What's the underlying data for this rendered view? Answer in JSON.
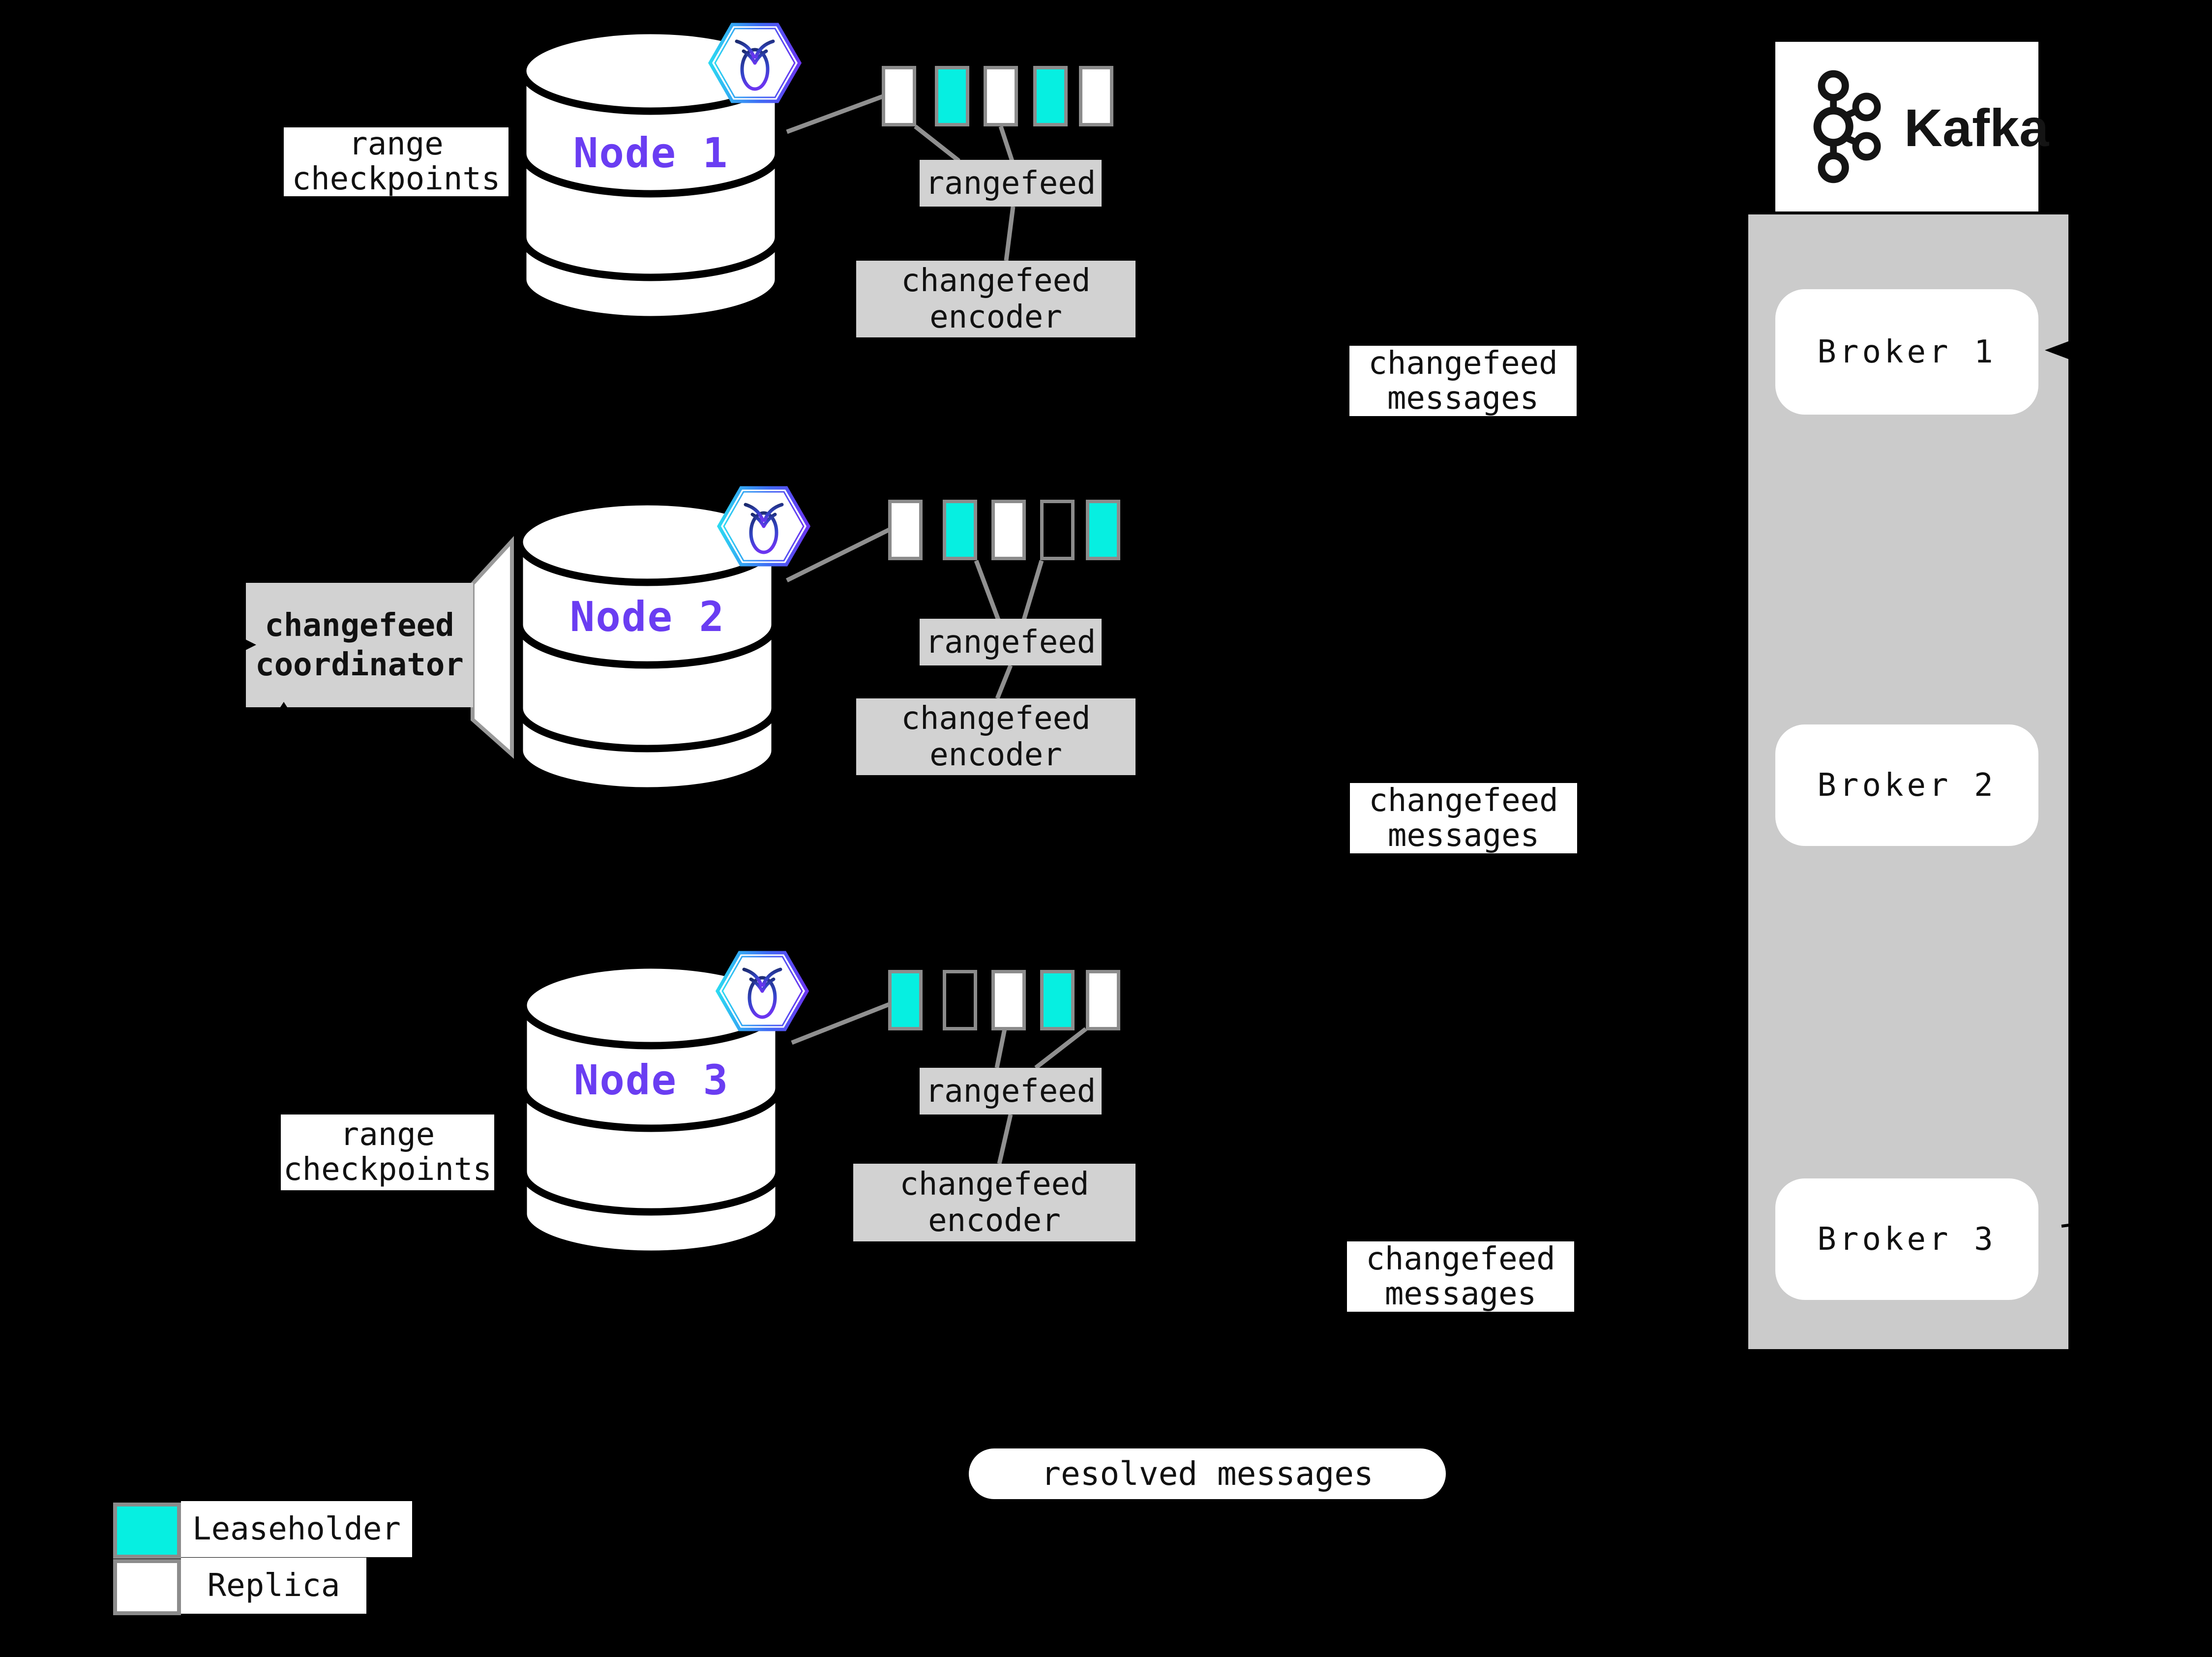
{
  "colors": {
    "background": "#000000",
    "leaseholder": "#06efe1",
    "replica": "#ffffff",
    "box-gray": "#d2d2d2",
    "panel-gray": "#cbcbcb",
    "border-gray": "#8c8c8c",
    "line-gray": "#909090",
    "node-purple": "#6a3df2"
  },
  "nodes": [
    {
      "name": "Node 1",
      "side_label": "range checkpoints",
      "rangefeed": "rangefeed",
      "encoder": "changefeed encoder",
      "messages": "changefeed messages",
      "replicas": [
        "replica",
        "leaseholder",
        "replica",
        "leaseholder",
        "replica"
      ]
    },
    {
      "name": "Node 2",
      "side_label": "changefeed coordinator",
      "rangefeed": "rangefeed",
      "encoder": "changefeed encoder",
      "messages": "changefeed messages",
      "replicas": [
        "replica",
        "leaseholder",
        "replica",
        "empty",
        "leaseholder"
      ]
    },
    {
      "name": "Node 3",
      "side_label": "range checkpoints",
      "rangefeed": "rangefeed",
      "encoder": "changefeed encoder",
      "messages": "changefeed messages",
      "replicas": [
        "leaseholder",
        "empty",
        "replica",
        "leaseholder",
        "replica"
      ]
    }
  ],
  "kafka": {
    "title": "Kafka",
    "brokers": [
      {
        "label": "Broker 1"
      },
      {
        "label": "Broker 2"
      },
      {
        "label": "Broker 3"
      }
    ]
  },
  "footer": {
    "resolved": "resolved messages"
  },
  "legend": {
    "items": [
      {
        "type": "leaseholder",
        "label": "Leaseholder"
      },
      {
        "type": "replica",
        "label": "Replica"
      }
    ]
  }
}
